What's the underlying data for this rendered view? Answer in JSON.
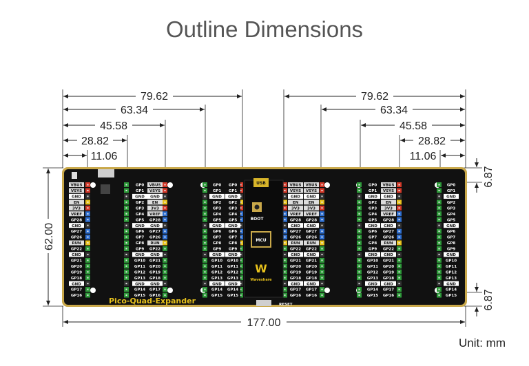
{
  "title": "Outline Dimensions",
  "unit_label": "Unit: mm",
  "board": {
    "name": "Pico-Quad-Expander",
    "usb_label": "USB",
    "boot_label": "BOOT",
    "mcu_label": "MCU",
    "brand_label": "Waveshare",
    "reset_label": "RESET"
  },
  "dimensions": {
    "left_group": [
      "79.62",
      "63.34",
      "45.58",
      "28.82",
      "11.06"
    ],
    "right_group": [
      "79.62",
      "63.34",
      "45.58",
      "28.82",
      "11.06"
    ],
    "overall_width": "177.00",
    "overall_height": "62.00",
    "top_margin": "6.87",
    "bottom_margin": "6.87"
  },
  "pins": {
    "power_col": [
      "VBUS",
      "VSYS",
      "GND",
      "EN",
      "3V3",
      "VREF",
      "GP28",
      "GND",
      "GP27",
      "GP26",
      "RUN",
      "GP22",
      "GND",
      "GP21",
      "GP20",
      "GP19",
      "GP18",
      "GND",
      "GP17",
      "GP16"
    ],
    "left_col": [
      "GP0",
      "GP1",
      "GND",
      "GP2",
      "GP3",
      "GP4",
      "GP5",
      "GND",
      "GP6",
      "GP7",
      "GP8",
      "GP9",
      "GND",
      "GP10",
      "GP11",
      "GP12",
      "GP13",
      "GND",
      "GP14",
      "GP15"
    ],
    "right_col": [
      "VBUS",
      "VSYS",
      "GND",
      "EN",
      "3V3",
      "VREF",
      "GP28",
      "GND",
      "GP27",
      "GP26",
      "RUN",
      "GP22",
      "GND",
      "GP21",
      "GP20",
      "GP19",
      "GP18",
      "GND",
      "GP17",
      "GP16"
    ]
  },
  "colors": {
    "board": "#111111",
    "board_edge": "#c9a84a",
    "header_red": "#d43a2a",
    "header_green": "#2e9a3a",
    "header_yellow": "#e8c21c",
    "header_blue": "#2f6fd0",
    "label_gnd_bg": "#ffffff",
    "label_gp_bg": "#111111"
  }
}
